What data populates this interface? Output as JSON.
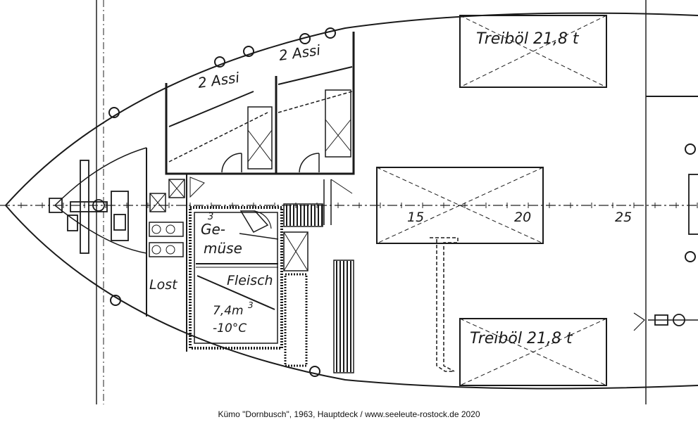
{
  "labels": {
    "cabin_1": "2 Assi",
    "cabin_2": "2 Assi",
    "fuel_top": "Treiböl 21,8 t",
    "fuel_bottom": "Treiböl 21,8 t",
    "vegetables_1": "Ge-",
    "vegetables_2": "müse",
    "vegetables_sup": "3",
    "meat": "Fleisch",
    "volume": "7,4m",
    "volume_sup": "3",
    "temperature": "-10°C",
    "lost": "Lost",
    "frame_15": "15",
    "frame_20": "20",
    "frame_25": "25"
  },
  "caption": "Kümo \"Dornbusch\", 1963, Hauptdeck / www.seeleute-rostock.de 2020"
}
